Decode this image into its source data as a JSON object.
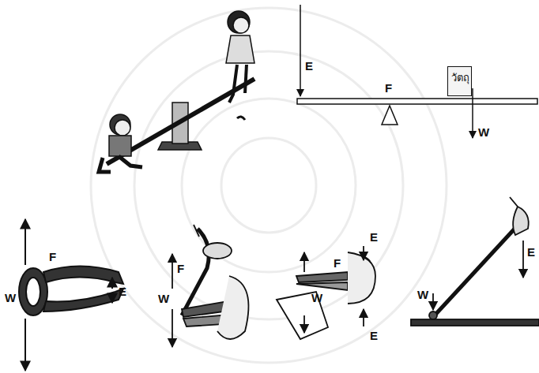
{
  "diagram": {
    "nodes": [
      {
        "text": [
          "วัตถุ"
        ]
      }
    ],
    "labels": [
      "E",
      "F",
      "W",
      "W",
      "F",
      "E",
      "F",
      "W",
      "E",
      "F",
      "W",
      "E",
      "W",
      "E"
    ]
  }
}
